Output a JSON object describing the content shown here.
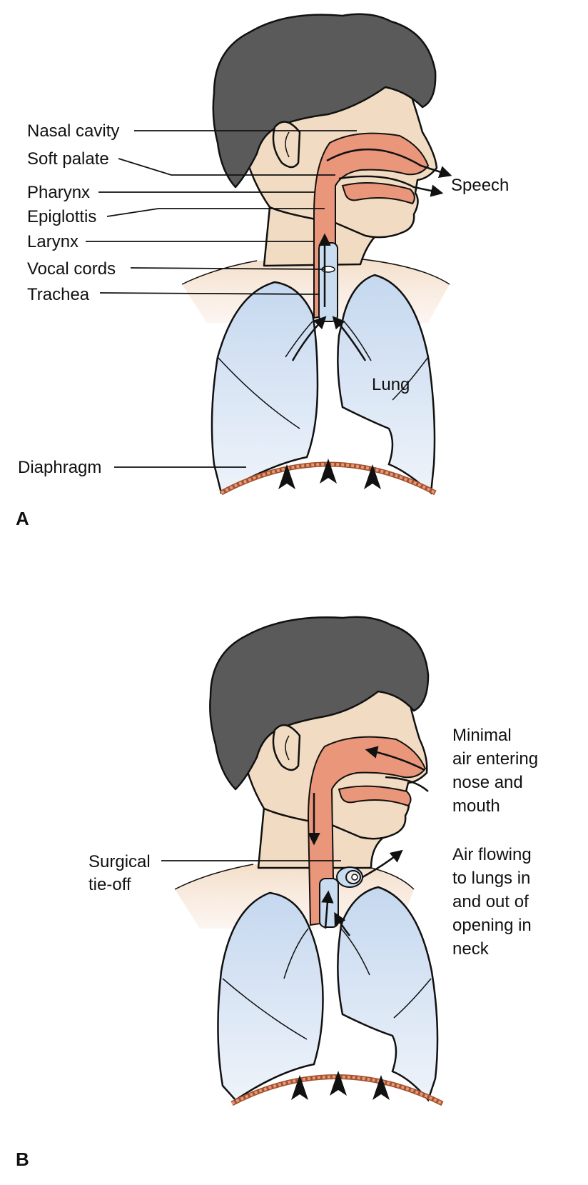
{
  "panel_a": {
    "letter": "A",
    "labels": {
      "nasal_cavity": "Nasal cavity",
      "soft_palate": "Soft palate",
      "pharynx": "Pharynx",
      "epiglottis": "Epiglottis",
      "larynx": "Larynx",
      "vocal_cords": "Vocal cords",
      "trachea": "Trachea",
      "lung": "Lung",
      "diaphragm": "Diaphragm",
      "speech": "Speech"
    }
  },
  "panel_b": {
    "letter": "B",
    "labels": {
      "surgical_line1": "Surgical",
      "surgical_line2": "tie-off",
      "minimal_lines": [
        "Minimal",
        "air entering",
        "nose and",
        "mouth"
      ],
      "flow_lines": [
        "Air flowing",
        "to lungs in",
        "and out of",
        "opening in",
        "neck"
      ]
    }
  },
  "colors": {
    "hair": "#5a5a5a",
    "skin": "#f1dcc3",
    "airway": "#e9967a",
    "lung_top": "#c5d8ef",
    "lung_bottom": "#eef3fa",
    "trachea": "#c9dcf0"
  }
}
